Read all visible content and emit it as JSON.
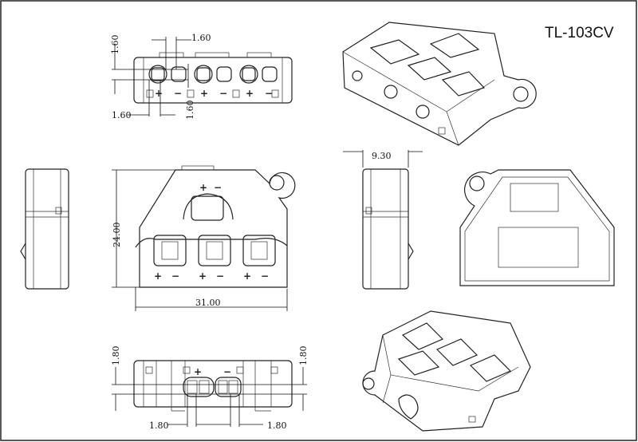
{
  "title": "TL-103CV",
  "dimensions": {
    "top_vertical_left": "1.60",
    "top_horizontal_top": "1.60",
    "top_horizontal_bottom": "1.60",
    "top_vertical_center": "1.60",
    "side_width": "9.30",
    "front_height": "24.00",
    "front_width": "31.00",
    "bottom_vertical_left": "1.80",
    "bottom_vertical_right": "1.80",
    "bottom_horizontal_left": "1.80",
    "bottom_horizontal_right": "1.80"
  },
  "polarity": {
    "plus": "+",
    "minus": "−"
  }
}
